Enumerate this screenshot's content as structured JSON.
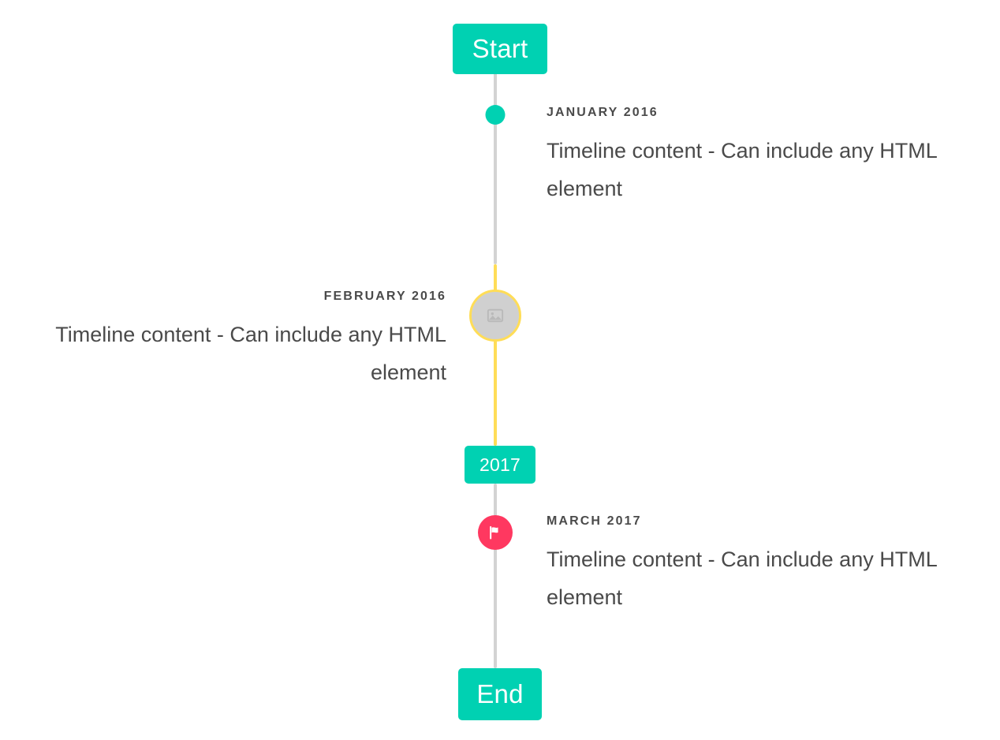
{
  "theme": {
    "primary": "#00d1b2",
    "warning": "#ffdd57",
    "danger": "#ff3860",
    "rail": "#d3d3d3",
    "text": "#4a4a4a",
    "background": "#ffffff"
  },
  "timeline": {
    "header_label": "Start",
    "footer_label": "End",
    "divider_label": "2017",
    "entries": [
      {
        "id": "january-2016",
        "side": "right",
        "heading": "JANUARY 2016",
        "body": "Timeline content - Can include any HTML element",
        "marker_icon": "dot-icon",
        "marker_color": "#00d1b2"
      },
      {
        "id": "february-2016",
        "side": "left",
        "heading": "FEBRUARY 2016",
        "body": "Timeline content - Can include any HTML element",
        "marker_icon": "image-icon",
        "marker_color": "#ffdd57"
      },
      {
        "id": "march-2017",
        "side": "right",
        "heading": "MARCH 2017",
        "body": "Timeline content - Can include any HTML element",
        "marker_icon": "flag-icon",
        "marker_color": "#ff3860"
      }
    ]
  }
}
